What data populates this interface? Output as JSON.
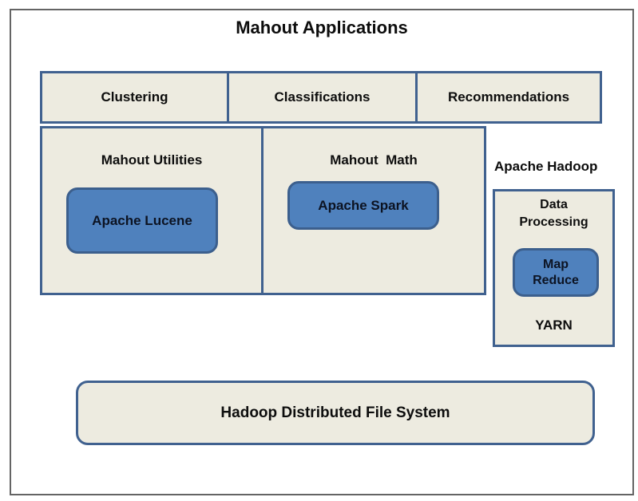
{
  "title": "Mahout Applications",
  "top_row": {
    "clustering": "Clustering",
    "classifications": "Classifications",
    "recommendations": "Recommendations"
  },
  "mahout_utilities": {
    "heading": "Mahout Utilities",
    "component": "Apache Lucene"
  },
  "mahout_math": {
    "heading": "Mahout  Math",
    "component": "Apache Spark"
  },
  "apache_hadoop": {
    "heading": "Apache Hadoop",
    "box_title": "Data Processing",
    "component": "Map Reduce",
    "footer": "YARN"
  },
  "hdfs": "Hadoop Distributed File System",
  "colors": {
    "panel_fill": "#EDEBE0",
    "panel_border": "#40618F",
    "component_fill": "#4F81BD",
    "component_border": "#3C5F8D",
    "frame_border": "#646464",
    "text": "#0D0D0D"
  }
}
